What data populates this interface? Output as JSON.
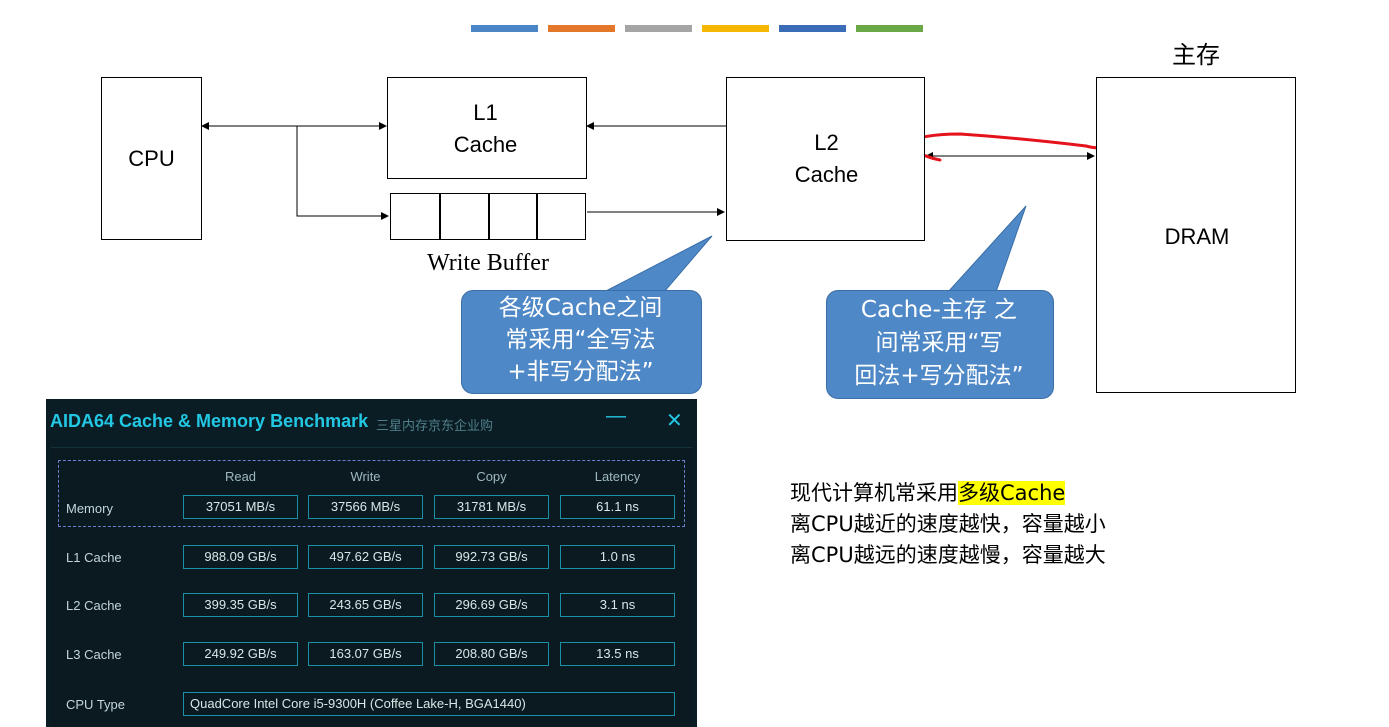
{
  "top_bar_colors": [
    "#4a86c6",
    "#e4782a",
    "#a5a5a5",
    "#f5b700",
    "#3b6cb8",
    "#6aa847"
  ],
  "diagram": {
    "cpu": "CPU",
    "l1_line1": "L1",
    "l1_line2": "Cache",
    "write_buffer": "Write Buffer",
    "l2_line1": "L2",
    "l2_line2": "Cache",
    "main_memory": "主存",
    "dram": "DRAM",
    "callout_left": [
      "各级Cache之间",
      "常采用“全写法",
      "+非写分配法”"
    ],
    "callout_right": [
      "Cache-主存 之",
      "间常采用“写",
      "回法+写分配法”"
    ]
  },
  "notes": {
    "line1_prefix": "现代计算机常采用",
    "line1_highlight": "多级Cache",
    "line2": "离CPU越近的速度越快，容量越小",
    "line3": "离CPU越远的速度越慢，容量越大"
  },
  "aida": {
    "title": "AIDA64 Cache & Memory Benchmark",
    "subtitle": "三星内存京东企业购",
    "minimize": "—",
    "close": "✕",
    "columns": [
      "Read",
      "Write",
      "Copy",
      "Latency"
    ],
    "rows": [
      {
        "label": "Memory",
        "values": [
          "37051 MB/s",
          "37566 MB/s",
          "31781 MB/s",
          "61.1 ns"
        ]
      },
      {
        "label": "L1 Cache",
        "values": [
          "988.09 GB/s",
          "497.62 GB/s",
          "992.73 GB/s",
          "1.0 ns"
        ]
      },
      {
        "label": "L2 Cache",
        "values": [
          "399.35 GB/s",
          "243.65 GB/s",
          "296.69 GB/s",
          "3.1 ns"
        ]
      },
      {
        "label": "L3 Cache",
        "values": [
          "249.92 GB/s",
          "163.07 GB/s",
          "208.80 GB/s",
          "13.5 ns"
        ]
      }
    ],
    "cpu_type_label": "CPU Type",
    "cpu_type_value": "QuadCore Intel Core i5-9300H  (Coffee Lake-H, BGA1440)"
  }
}
